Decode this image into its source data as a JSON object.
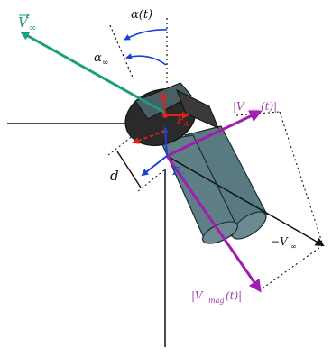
{
  "labels": {
    "v_inf": "V",
    "v_inf_sub": "∞",
    "alpha_t": "α(t)",
    "alpha_inf": "α",
    "alpha_inf_sub": "∞",
    "v_ax": "|V",
    "v_ax_sub": "ax",
    "v_ax_tail": "(t)|",
    "f_a": "F",
    "f_a_sub": "A",
    "f_c": "F",
    "f_c_sub": "C",
    "d": "d",
    "neg_v_inf": "−V",
    "neg_v_inf_sub": "∞",
    "v_mag": "|V",
    "v_mag_sub": "mag",
    "v_mag_tail": "(t)|"
  },
  "colors": {
    "teal_arrow": "#1a9e7d",
    "purple_arrow": "#a11db0",
    "purple_text": "#a040a8",
    "blue_arrow": "#1a3fd8",
    "red_arrow": "#e0201a",
    "body_fill": "#5a7a82",
    "hub_fill": "#2a2a2a",
    "label_dark": "#111111"
  }
}
